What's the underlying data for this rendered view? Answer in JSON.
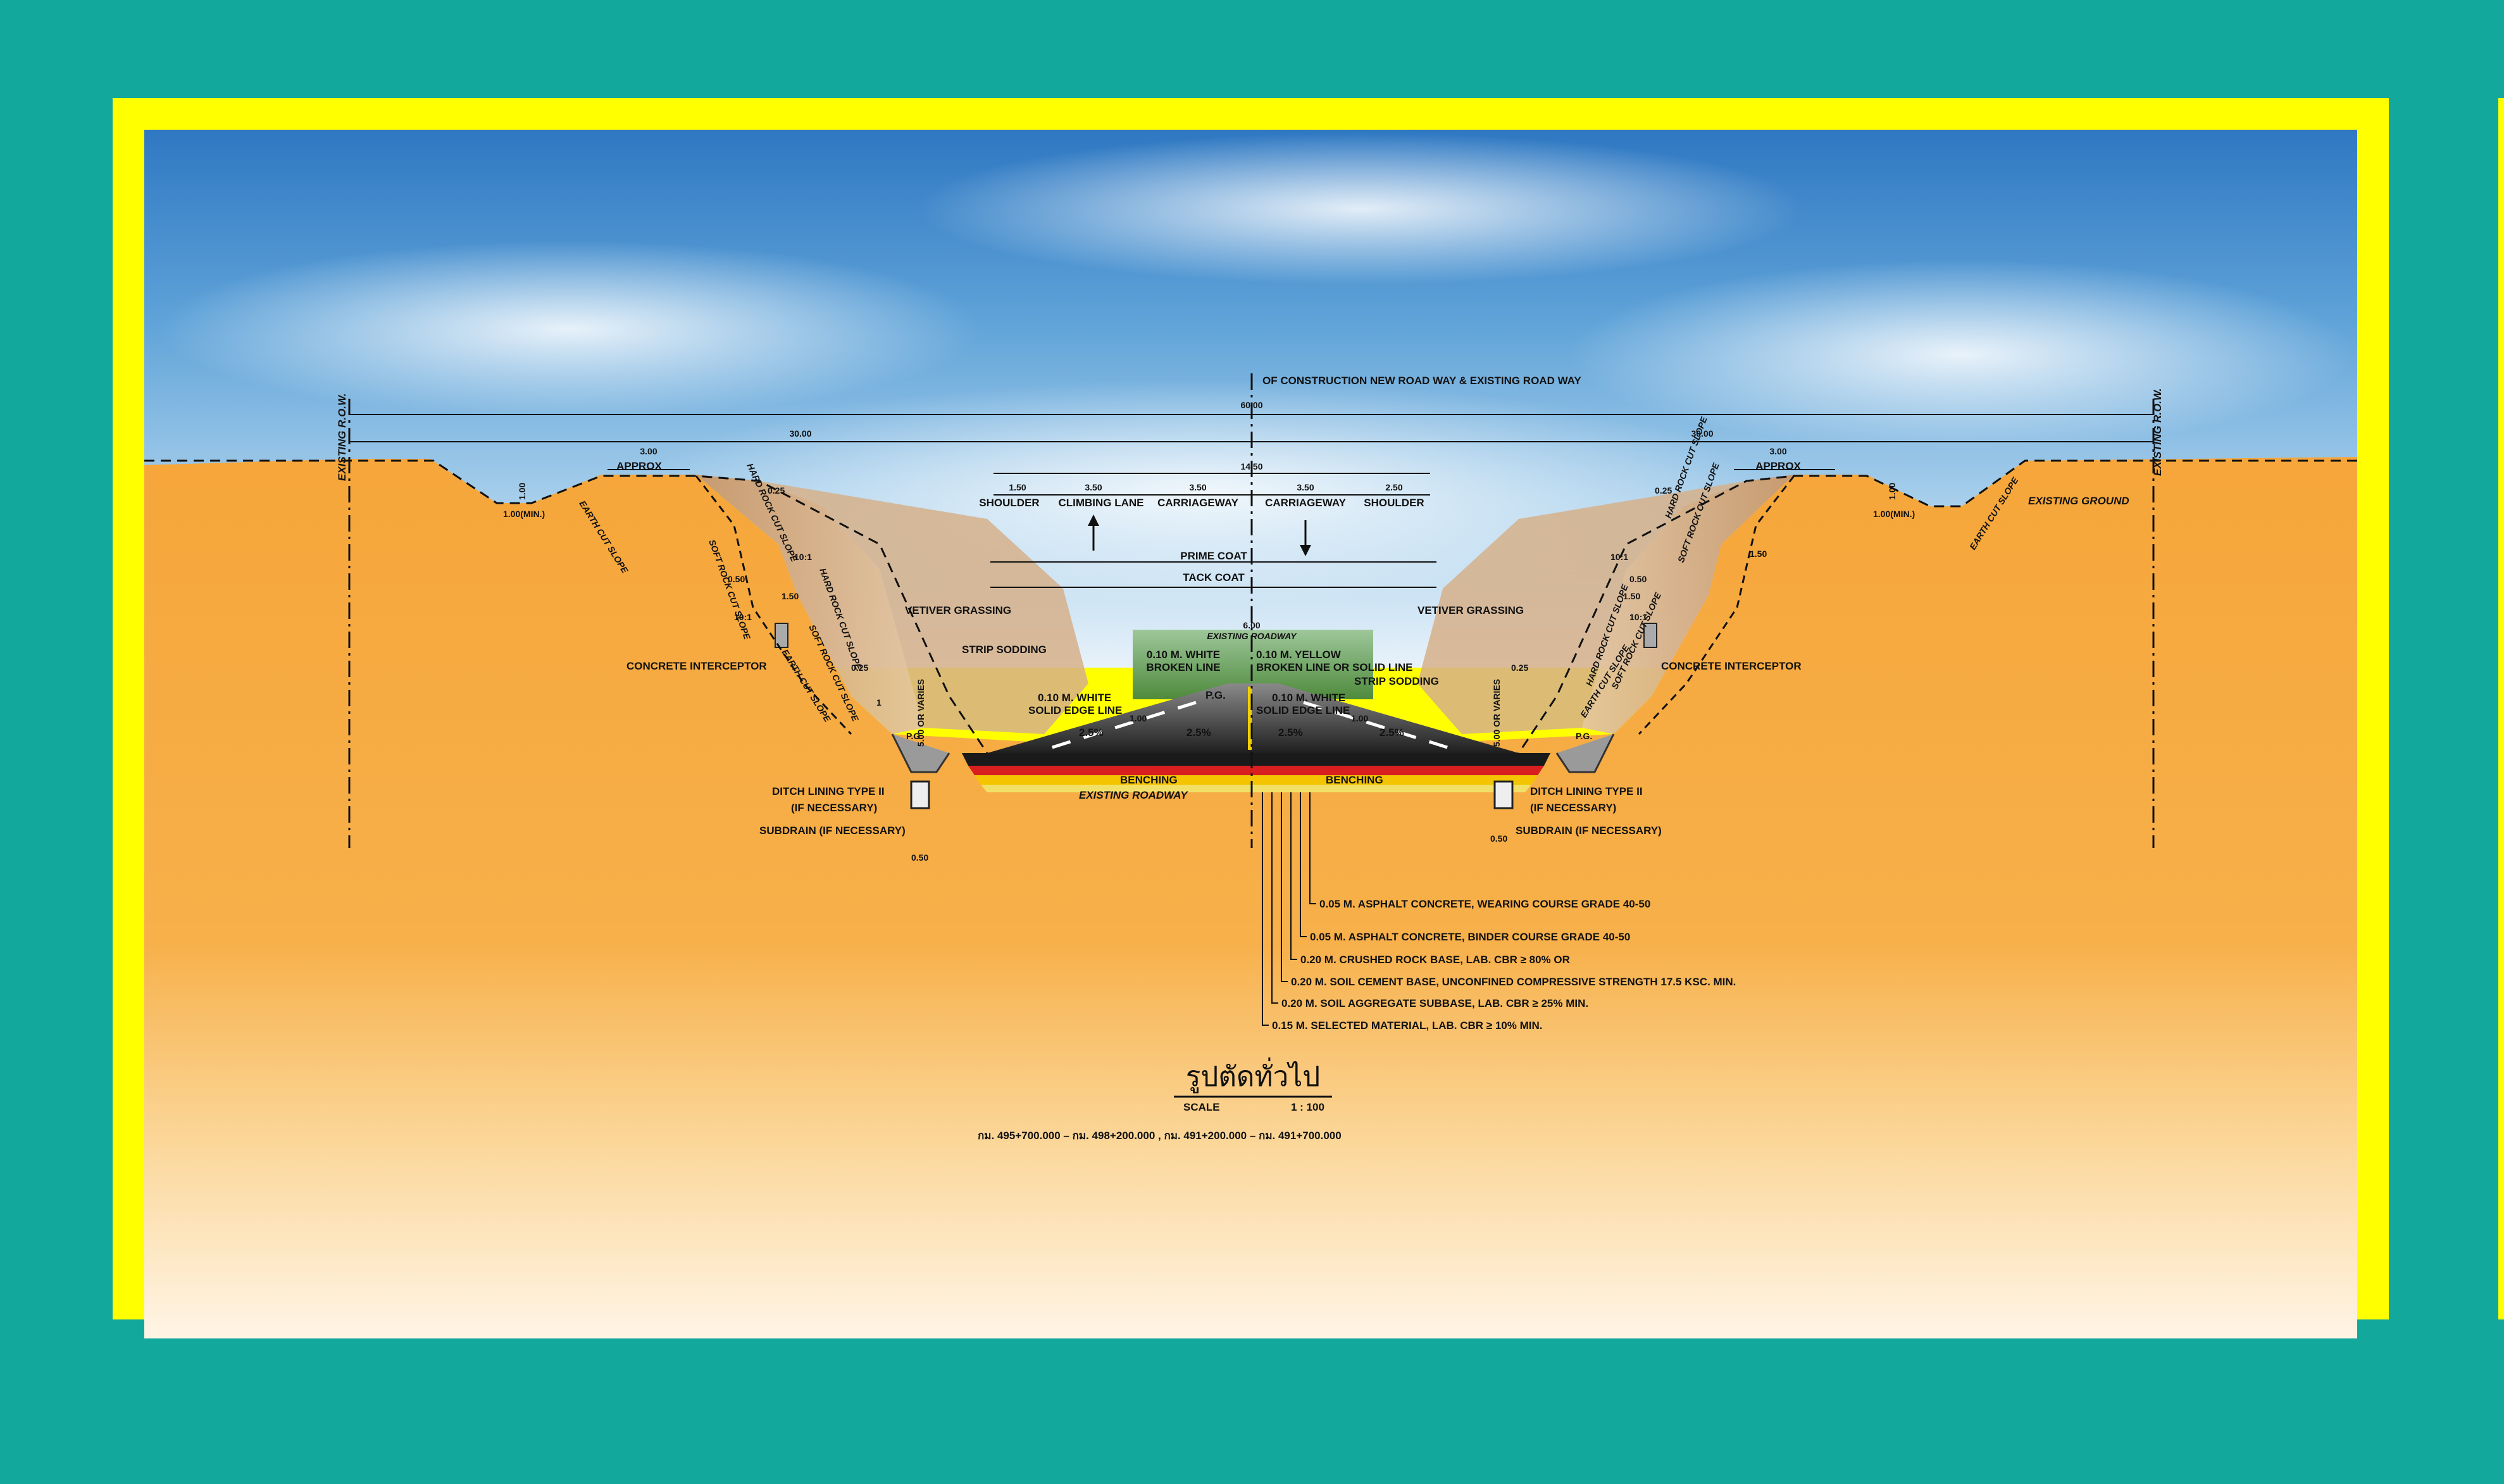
{
  "colors": {
    "background": "#12a89c",
    "frame": "#ffff00",
    "earth": "#f6a93c",
    "sky": "#3a83c8"
  },
  "centerline": "OF CONSTRUCTION NEW ROAD WAY & EXISTING ROAD WAY",
  "dims": {
    "total": "60.00",
    "half_left": "30.00",
    "half_right": "30.00",
    "road_width": "14.50",
    "shoulder_l": "1.50",
    "climbing": "3.50",
    "carriage_l": "3.50",
    "carriage_r": "3.50",
    "shoulder_r": "2.50",
    "approx_l": "3.00",
    "approx_r": "3.00",
    "ditch_depth_l": "1.00",
    "ditch_depth_r": "1.00",
    "ditch_min_l": "1.00(MIN.)",
    "ditch_min_r": "1.00(MIN.)",
    "bench_l": "1.50",
    "bench_r": "1.50",
    "bench_r2": "1.50",
    "small_025_l": "0.25",
    "small_025_r": "0.25",
    "small_050_l": "0.50",
    "small_050_r": "0.50",
    "small_025_l2": "0.25",
    "small_025_r2": "0.25",
    "sub_050_l": "0.50",
    "sub_050_r": "0.50",
    "ratio_10_1_l": "10:1",
    "ratio_10_1_l2": "10:1",
    "ratio_10_1_r": "10:1",
    "ratio_10_1_r2": "10:1",
    "edge_100_l": "1.00",
    "edge_100_r": "1.00",
    "ratio_1": "1",
    "existing_road": "6.00"
  },
  "labels": {
    "row_left": "EXISTING R.O.W.",
    "row_right": "EXISTING R.O.W.",
    "approx_left": "APPROX",
    "approx_right": "APPROX",
    "existing_ground": "EXISTING GROUND",
    "shoulder_l": "SHOULDER",
    "climbing": "CLIMBING LANE",
    "carriage_l": "CARRIAGEWAY",
    "carriage_r": "CARRIAGEWAY",
    "shoulder_r": "SHOULDER",
    "prime_coat": "PRIME COAT",
    "tack_coat": "TACK COAT",
    "vetiver_l": "VETIVER GRASSING",
    "vetiver_r": "VETIVER GRASSING",
    "strip_l": "STRIP SODDING",
    "strip_r": "STRIP SODDING",
    "interceptor_l": "CONCRETE INTERCEPTOR",
    "interceptor_r": "CONCRETE INTERCEPTOR",
    "white_broken_1": "0.10 M. WHITE",
    "white_broken_2": "BROKEN LINE",
    "yellow_1": "0.10 M. YELLOW",
    "yellow_2": "BROKEN LINE OR SOLID LINE",
    "existing_roadway_top": "EXISTING ROADWAY",
    "white_edge_l1": "0.10 M. WHITE",
    "white_edge_l2": "SOLID EDGE LINE",
    "white_edge_r1": "0.10 M. WHITE",
    "white_edge_r2": "SOLID EDGE LINE",
    "pg": "P.G.",
    "pg_l": "P.G.",
    "pg_r": "P.G.",
    "slope_l": "2.5%",
    "slope_l2": "2.5%",
    "slope_r": "2.5%",
    "slope_r2": "2.5%",
    "depth_l": "5.00 OR VARIES",
    "depth_r": "5.00 OR VARIES",
    "benching_l": "BENCHING",
    "benching_r": "BENCHING",
    "existing_roadway": "EXISTING ROADWAY",
    "ditch_l1": "DITCH LINING TYPE II",
    "ditch_l2": "(IF NECESSARY)",
    "ditch_r1": "DITCH LINING TYPE II",
    "ditch_r2": "(IF NECESSARY)",
    "subdrain_l": "SUBDRAIN (IF NECESSARY)",
    "subdrain_r": "SUBDRAIN (IF NECESSARY)",
    "hard_rock_l": "HARD ROCK CUT SLOPE",
    "hard_rock_r": "HARD ROCK CUT SLOPE",
    "soft_rock_l": "SOFT ROCK CUT SLOPE",
    "soft_rock_r": "SOFT ROCK CUT SLOPE",
    "earth_cut_l": "EARTH CUT SLOPE",
    "earth_cut_r": "EARTH CUT SLOPE",
    "hard_rock_l2": "HARD ROCK CUT SLOPE",
    "hard_rock_r2": "HARD ROCK CUT SLOPE",
    "soft_rock_l2": "SOFT ROCK CUT SLOPE",
    "soft_rock_r2": "SOFT ROCK CUT SLOPE",
    "earth_cut_l2": "EARTH CUT SLOPE",
    "earth_cut_r2": "EARTH CUT SLOPE"
  },
  "layers": [
    "0.05 M. ASPHALT CONCRETE, WEARING COURSE GRADE 40-50",
    "0.05 M. ASPHALT CONCRETE, BINDER COURSE GRADE 40-50",
    "0.20 M. CRUSHED ROCK BASE, LAB. CBR ≥ 80% OR",
    "0.20 M. SOIL CEMENT BASE, UNCONFINED COMPRESSIVE STRENGTH 17.5 KSC. MIN.",
    "0.20 M. SOIL AGGREGATE SUBBASE, LAB. CBR ≥ 25% MIN.",
    "0.15 M. SELECTED MATERIAL, LAB. CBR ≥ 10% MIN."
  ],
  "title": {
    "main": "รูปตัดทั่วไป",
    "scale_label": "SCALE",
    "scale_value": "1 : 100",
    "stations": "กม. 495+700.000 – กม. 498+200.000 , กม. 491+200.000 – กม. 491+700.000"
  }
}
